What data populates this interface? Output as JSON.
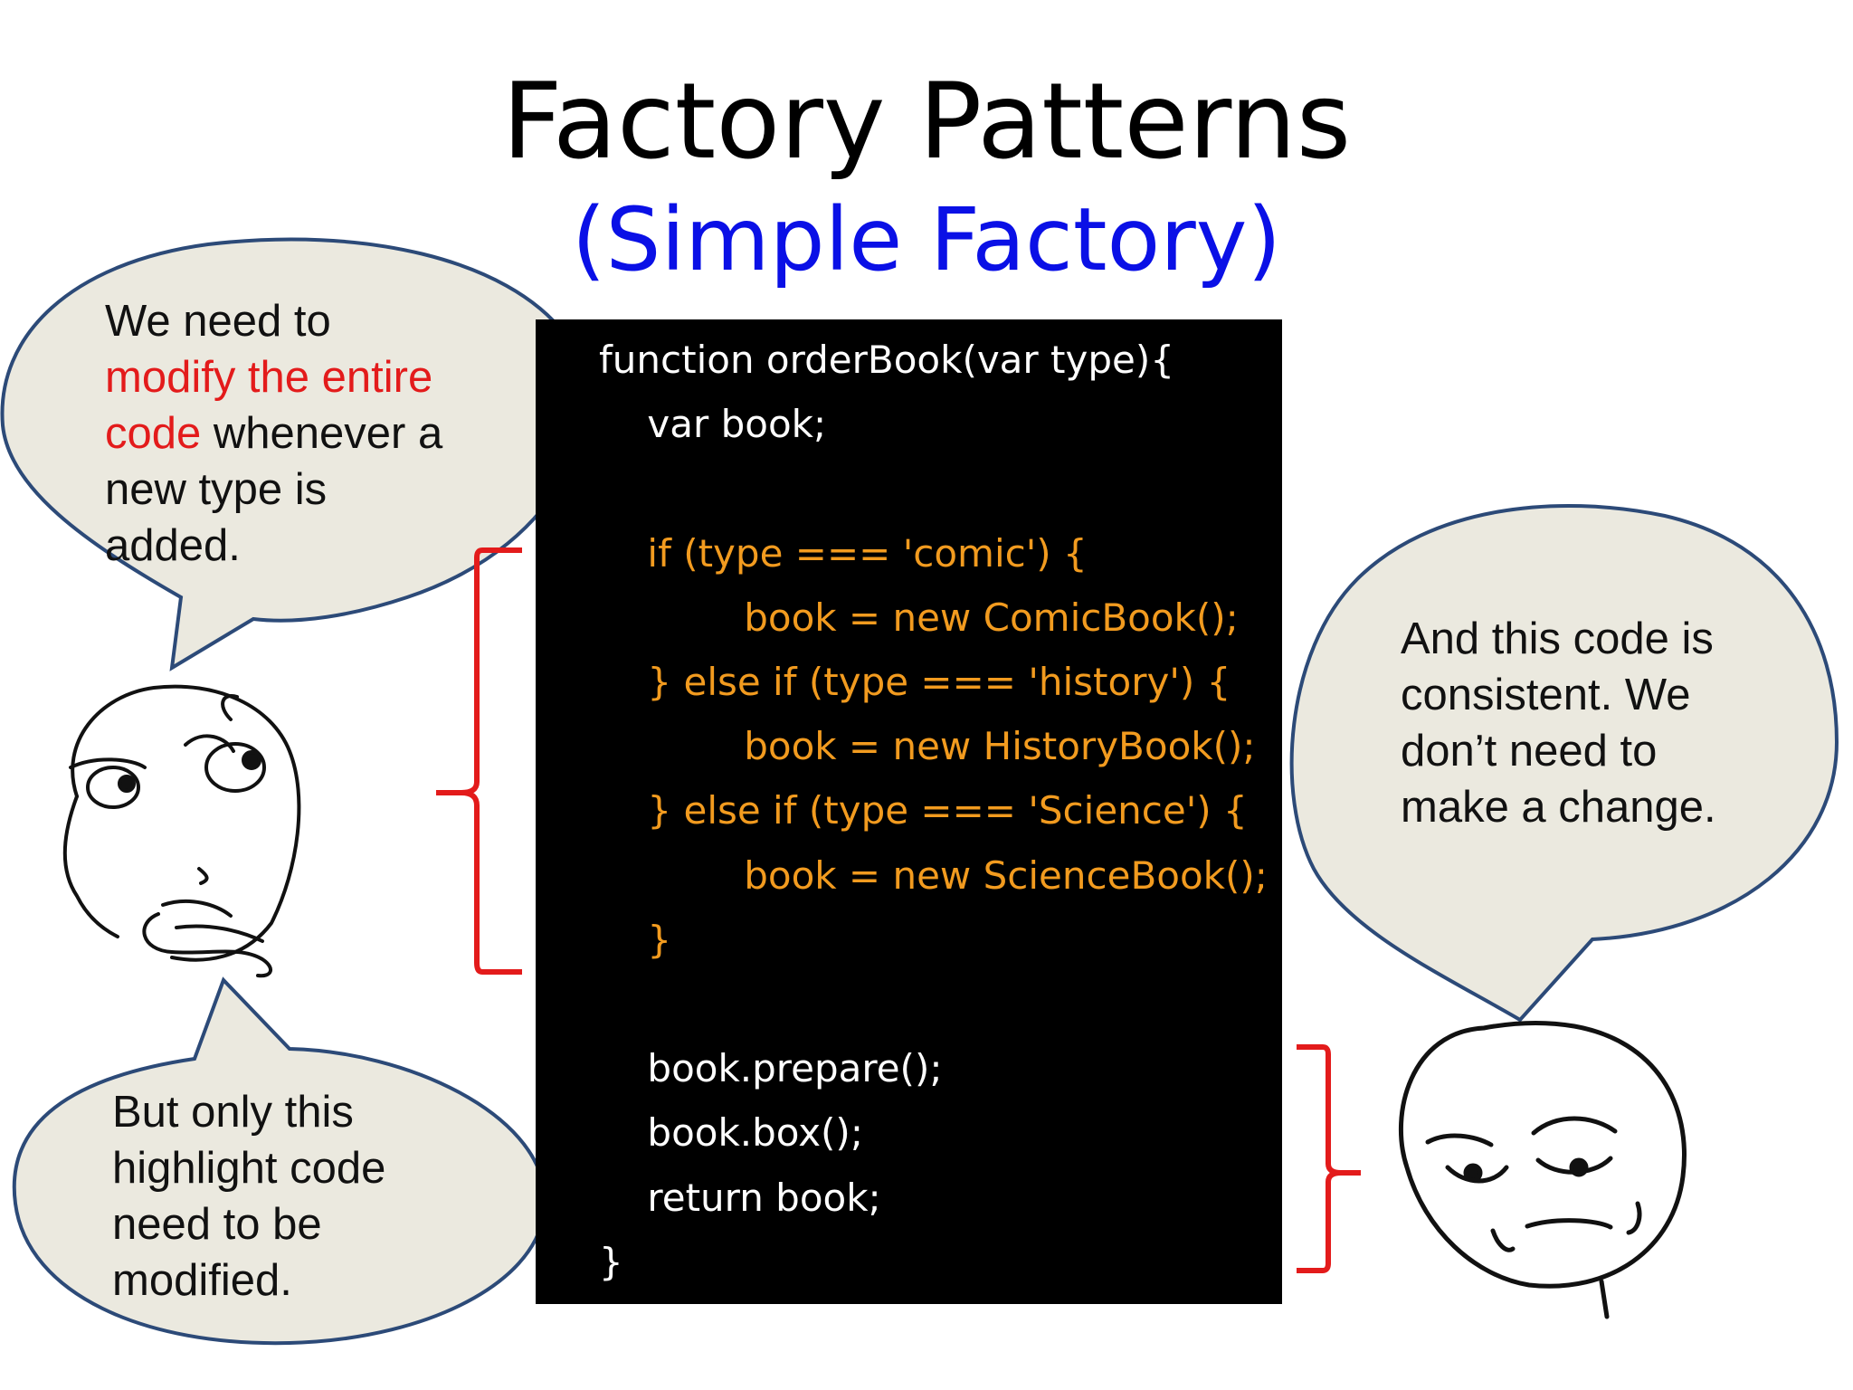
{
  "slide": {
    "title": "Factory Patterns",
    "subtitle": "(Simple Factory)",
    "colors": {
      "subtitle": "#0a10e6",
      "code_background": "#000000",
      "code_plain": "#ffffff",
      "code_highlight": "#f29b1f",
      "bubble_fill": "#ebe9df",
      "bubble_border": "#2c4a78",
      "bracket": "#e31b1b",
      "emphasis": "#e31b1b"
    }
  },
  "code": {
    "lines": [
      {
        "text": "function orderBook(var type){",
        "highlight": false
      },
      {
        "text": "    var book;",
        "highlight": false
      },
      {
        "text": "",
        "highlight": false
      },
      {
        "text": "    if (type === 'comic') {",
        "highlight": true
      },
      {
        "text": "            book = new ComicBook();",
        "highlight": true
      },
      {
        "text": "    } else if (type === 'history') {",
        "highlight": true
      },
      {
        "text": "            book = new HistoryBook();",
        "highlight": true
      },
      {
        "text": "    } else if (type === 'Science') {",
        "highlight": true
      },
      {
        "text": "            book = new ScienceBook();",
        "highlight": true
      },
      {
        "text": "    }",
        "highlight": true
      },
      {
        "text": "",
        "highlight": false
      },
      {
        "text": "    book.prepare();",
        "highlight": false
      },
      {
        "text": "    book.box();",
        "highlight": false
      },
      {
        "text": "    return book;",
        "highlight": false
      },
      {
        "text": "}",
        "highlight": false
      }
    ]
  },
  "bubbles": {
    "top_left": {
      "line1": "We need to",
      "emph1": "modify the entire",
      "emph2": "code",
      "line3_rest": " whenever a",
      "line4": "new type is",
      "line5": "added."
    },
    "bottom_left": {
      "line1": "But only this",
      "line2": "highlight code",
      "line3": "need to be",
      "line4": "modified."
    },
    "right": {
      "line1": "And this code is",
      "line2": "consistent. We",
      "line3": "don’t need to",
      "line4": "make a change."
    }
  },
  "characters": {
    "left_face_icon": "thinking-face-icon",
    "right_face_icon": "unimpressed-face-icon"
  }
}
